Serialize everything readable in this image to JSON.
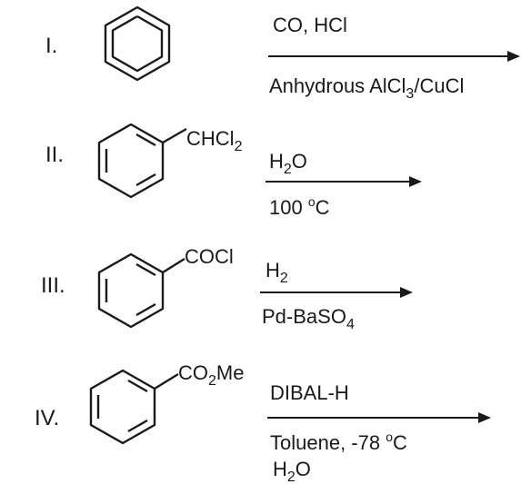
{
  "reactions": [
    {
      "label": "I.",
      "substituent": null,
      "above": {
        "text": "CO, HCl"
      },
      "below": {
        "parts": [
          "Anhydrous AlCl",
          "3",
          "/CuCl"
        ]
      },
      "below2": null
    },
    {
      "label": "II.",
      "substituent": {
        "parts": [
          "CHCl",
          "2"
        ]
      },
      "above": {
        "parts": [
          "H",
          "2",
          "O"
        ]
      },
      "below": {
        "num": "100 ",
        "deg": "o",
        "unit": "C"
      },
      "below2": null
    },
    {
      "label": "III.",
      "substituent": {
        "text": "COCl"
      },
      "above": {
        "parts": [
          "H",
          "2"
        ]
      },
      "below": {
        "parts": [
          "Pd-BaSO",
          "4"
        ]
      },
      "below2": null
    },
    {
      "label": "IV.",
      "substituent": {
        "parts": [
          "CO",
          "2",
          "Me"
        ]
      },
      "above": {
        "text": "DIBAL-H"
      },
      "below": {
        "num": "Toluene, -78 ",
        "deg": "o",
        "unit": "C"
      },
      "below2": {
        "parts": [
          "H",
          "2",
          "O"
        ]
      }
    }
  ]
}
